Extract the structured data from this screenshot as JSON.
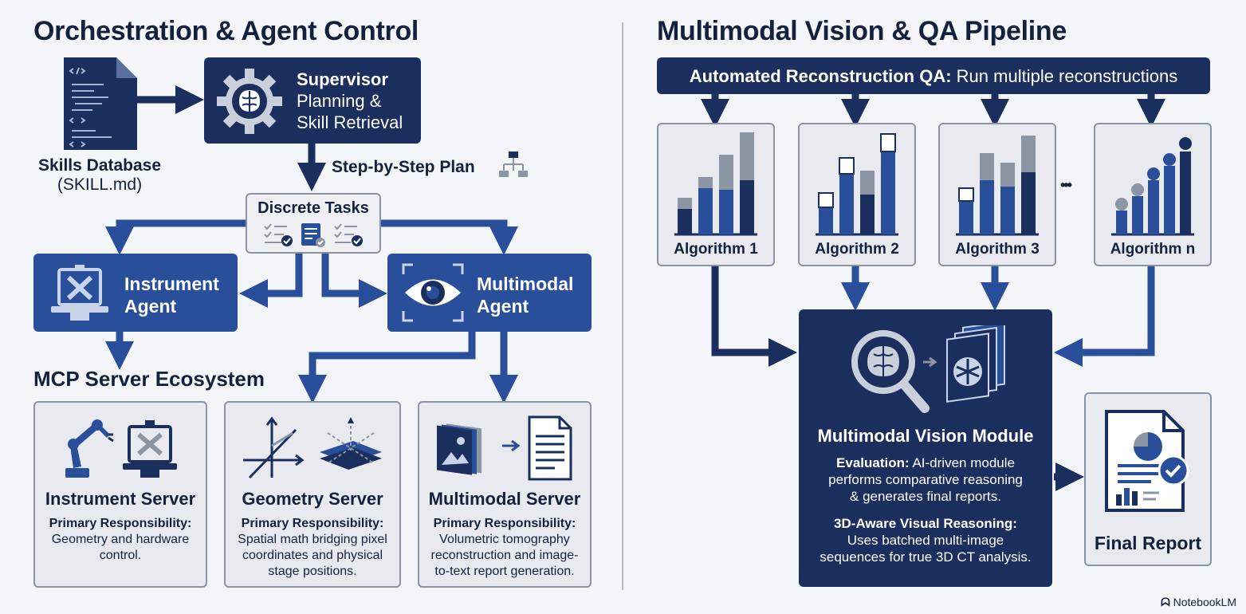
{
  "left": {
    "title": "Orchestration & Agent Control",
    "skills_db": {
      "label": "Skills Database",
      "file": "(SKILL.md)"
    },
    "supervisor": {
      "title": "Supervisor",
      "line2": "Planning &",
      "line3": "Skill Retrieval"
    },
    "plan_label": "Step-by-Step Plan",
    "tasks_label": "Discrete Tasks",
    "instrument_agent": {
      "line1": "Instrument",
      "line2": "Agent"
    },
    "multimodal_agent": {
      "line1": "Multimodal",
      "line2": "Agent"
    },
    "ecosystem_title": "MCP Server Ecosystem",
    "servers": [
      {
        "title": "Instrument Server",
        "resp_label": "Primary Responsibility:",
        "resp_lines": [
          "Geometry and hardware",
          "control."
        ]
      },
      {
        "title": "Geometry Server",
        "resp_label": "Primary Responsibility:",
        "resp_lines": [
          "Spatial math bridging pixel",
          "coordinates and physical",
          "stage positions."
        ]
      },
      {
        "title": "Multimodal Server",
        "resp_label": "Primary Responsibility:",
        "resp_lines": [
          "Volumetric tomography",
          "reconstruction and image-",
          "to-text report generation."
        ]
      }
    ]
  },
  "right": {
    "title": "Multimodal Vision & QA Pipeline",
    "banner": {
      "bold": "Automated Reconstruction QA:",
      "text": " Run multiple reconstructions"
    },
    "algorithms": [
      "Algorithm 1",
      "Algorithm 2",
      "Algorithm 3",
      "Algorithm n"
    ],
    "ellipsis": "•••",
    "module": {
      "title": "Multimodal Vision Module",
      "eval_bold": "Evaluation:",
      "eval_lines": [
        "AI-driven module",
        "performs comparative reasoning",
        "& generates final reports."
      ],
      "reason_bold": "3D-Aware Visual Reasoning:",
      "reason_lines": [
        "Uses batched multi-image",
        "sequences for true 3D CT analysis."
      ]
    },
    "final_report": "Final Report"
  },
  "watermark": "NotebookLM",
  "colors": {
    "navy": "#1b2f5e",
    "blue": "#2a4f9a",
    "gray": "#8c95a3",
    "card_bg": "#e8eaf0",
    "text": "#14213d"
  }
}
